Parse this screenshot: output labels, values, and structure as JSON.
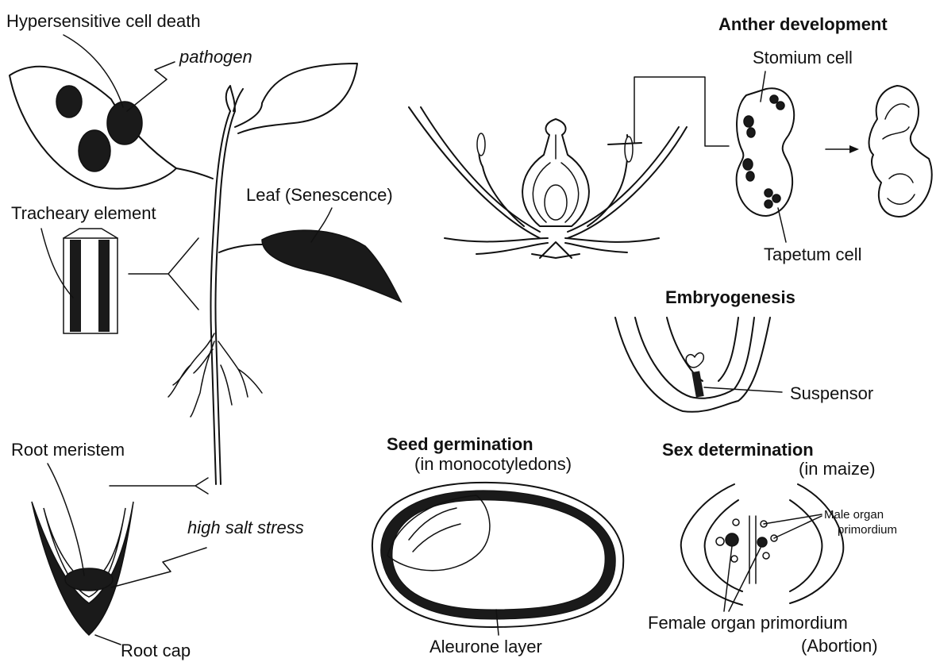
{
  "labels": {
    "hypersensitive": "Hypersensitive cell death",
    "pathogen": "pathogen",
    "tracheary": "Tracheary element",
    "leaf_senescence": "Leaf (Senescence)",
    "root_meristem": "Root meristem",
    "high_salt": "high salt stress",
    "root_cap": "Root cap",
    "anther_header": "Anther development",
    "stomium": "Stomium cell",
    "tapetum": "Tapetum cell",
    "embryo_header": "Embryogenesis",
    "suspensor": "Suspensor",
    "seed_header": "Seed germination",
    "seed_sub": "(in monocotyledons)",
    "aleurone": "Aleurone layer",
    "sex_header": "Sex determination",
    "sex_sub": "(in maize)",
    "male_primordium_1": "Male organ",
    "male_primordium_2": "primordium",
    "female_primordium": "Female organ primordium",
    "abortion": "(Abortion)"
  }
}
